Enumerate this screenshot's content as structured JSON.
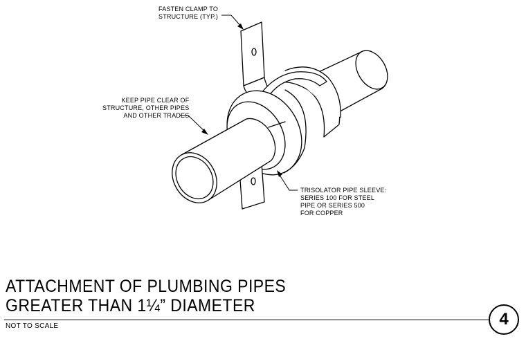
{
  "notes": {
    "clamp": [
      "FASTEN CLAMP TO",
      "STRUCTURE (TYP.)"
    ],
    "pipe_clear": [
      "KEEP PIPE CLEAR OF",
      "STRUCTURE, OTHER PIPES",
      "AND OTHER TRADES"
    ],
    "sleeve": [
      "TRISOLATOR PIPE SLEEVE:",
      "SERIES 100 FOR STEEL",
      "PIPE OR SERIES 500",
      "FOR COPPER"
    ]
  },
  "title": {
    "line1": "ATTACHMENT OF PLUMBING PIPES",
    "line2": "GREATER THAN 1¼” DIAMETER"
  },
  "scale_note": "NOT TO SCALE",
  "detail_number": "4"
}
